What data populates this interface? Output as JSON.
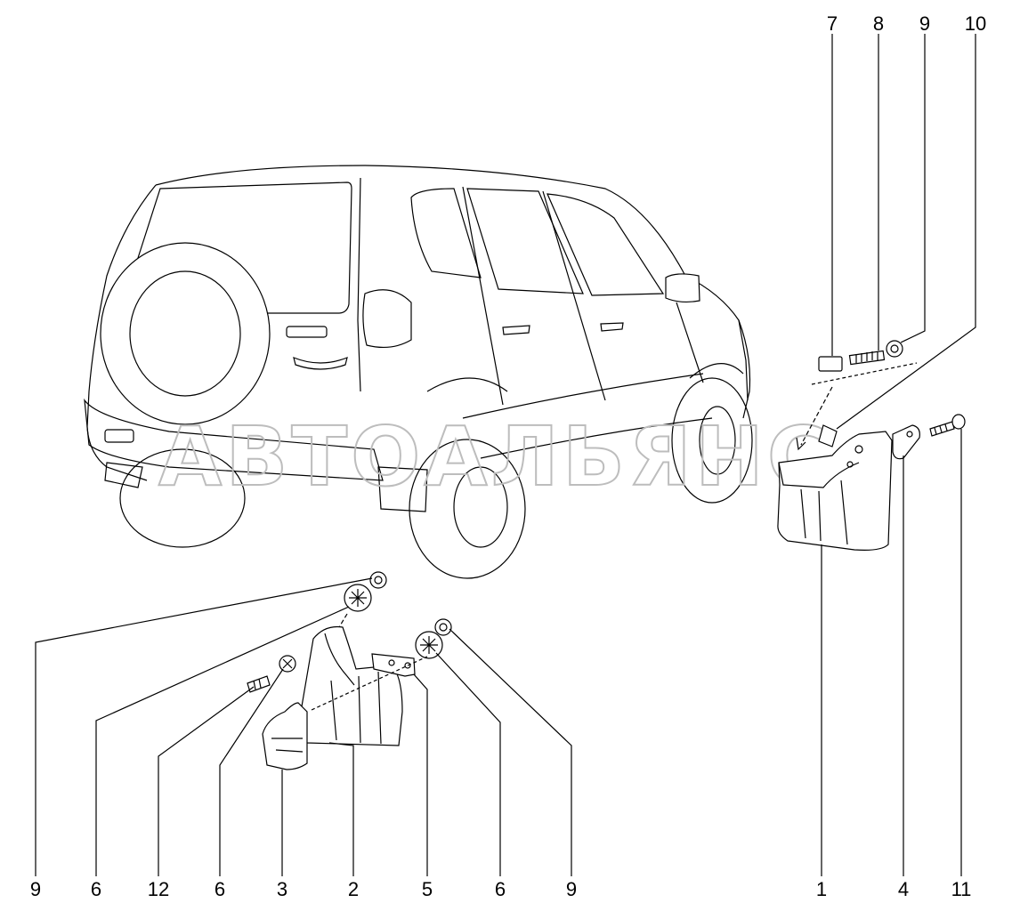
{
  "watermark": "АВТОАЛЬЯНС",
  "callouts": {
    "top": [
      "7",
      "8",
      "9",
      "10"
    ],
    "bottom_left": [
      "9",
      "6",
      "12",
      "6",
      "3",
      "2",
      "5",
      "6",
      "9"
    ],
    "bottom_right": [
      "1",
      "4",
      "11"
    ]
  },
  "colors": {
    "line": "#000000",
    "background": "#ffffff",
    "watermark": "#bdbdbd"
  }
}
